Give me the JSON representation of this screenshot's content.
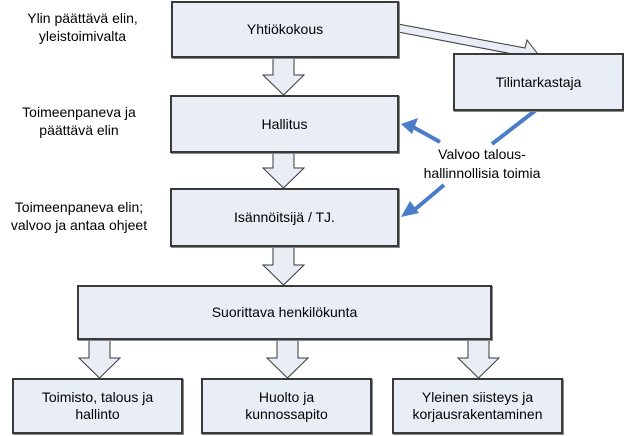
{
  "diagram": {
    "type": "organization-chart",
    "nodes": {
      "yhtiokokous": "Yhtiökokous",
      "tilintarkastaja": "Tilintarkastaja",
      "hallitus": "Hallitus",
      "isannoitsija": "Isännöitsijä / TJ.",
      "suorittava": "Suorittava henkilökunta",
      "toimisto": "Toimisto, talous ja\nhallinto",
      "huolto": "Huolto ja\nkunnossapito",
      "siisteys": "Yleinen siisteys ja\nkorjausrakentaminen"
    },
    "side_labels": {
      "yhtiokokous": "Ylin päättävä elin,\nyleistoimivalta",
      "hallitus": "Toimeenpaneva ja\npäättävä elin",
      "isannoitsija": "Toimeenpaneva elin;\nvalvoo ja antaa ohjeet"
    },
    "audit_label": "Valvoo talous-\nhallinnollisia toimia",
    "edges": [
      {
        "from": "yhtiokokous",
        "to": "hallitus"
      },
      {
        "from": "hallitus",
        "to": "isannoitsija"
      },
      {
        "from": "isannoitsija",
        "to": "suorittava"
      },
      {
        "from": "suorittava",
        "to": "toimisto"
      },
      {
        "from": "suorittava",
        "to": "huolto"
      },
      {
        "from": "suorittava",
        "to": "siisteys"
      },
      {
        "from": "yhtiokokous",
        "to": "tilintarkastaja"
      },
      {
        "from": "tilintarkastaja",
        "to": "hallitus",
        "style": "blue"
      },
      {
        "from": "tilintarkastaja",
        "to": "isannoitsija",
        "style": "blue"
      }
    ],
    "colors": {
      "box_fill": "#e8edf6",
      "box_border": "#3a3a3a",
      "audit_arrow": "#4a7cc7"
    }
  }
}
